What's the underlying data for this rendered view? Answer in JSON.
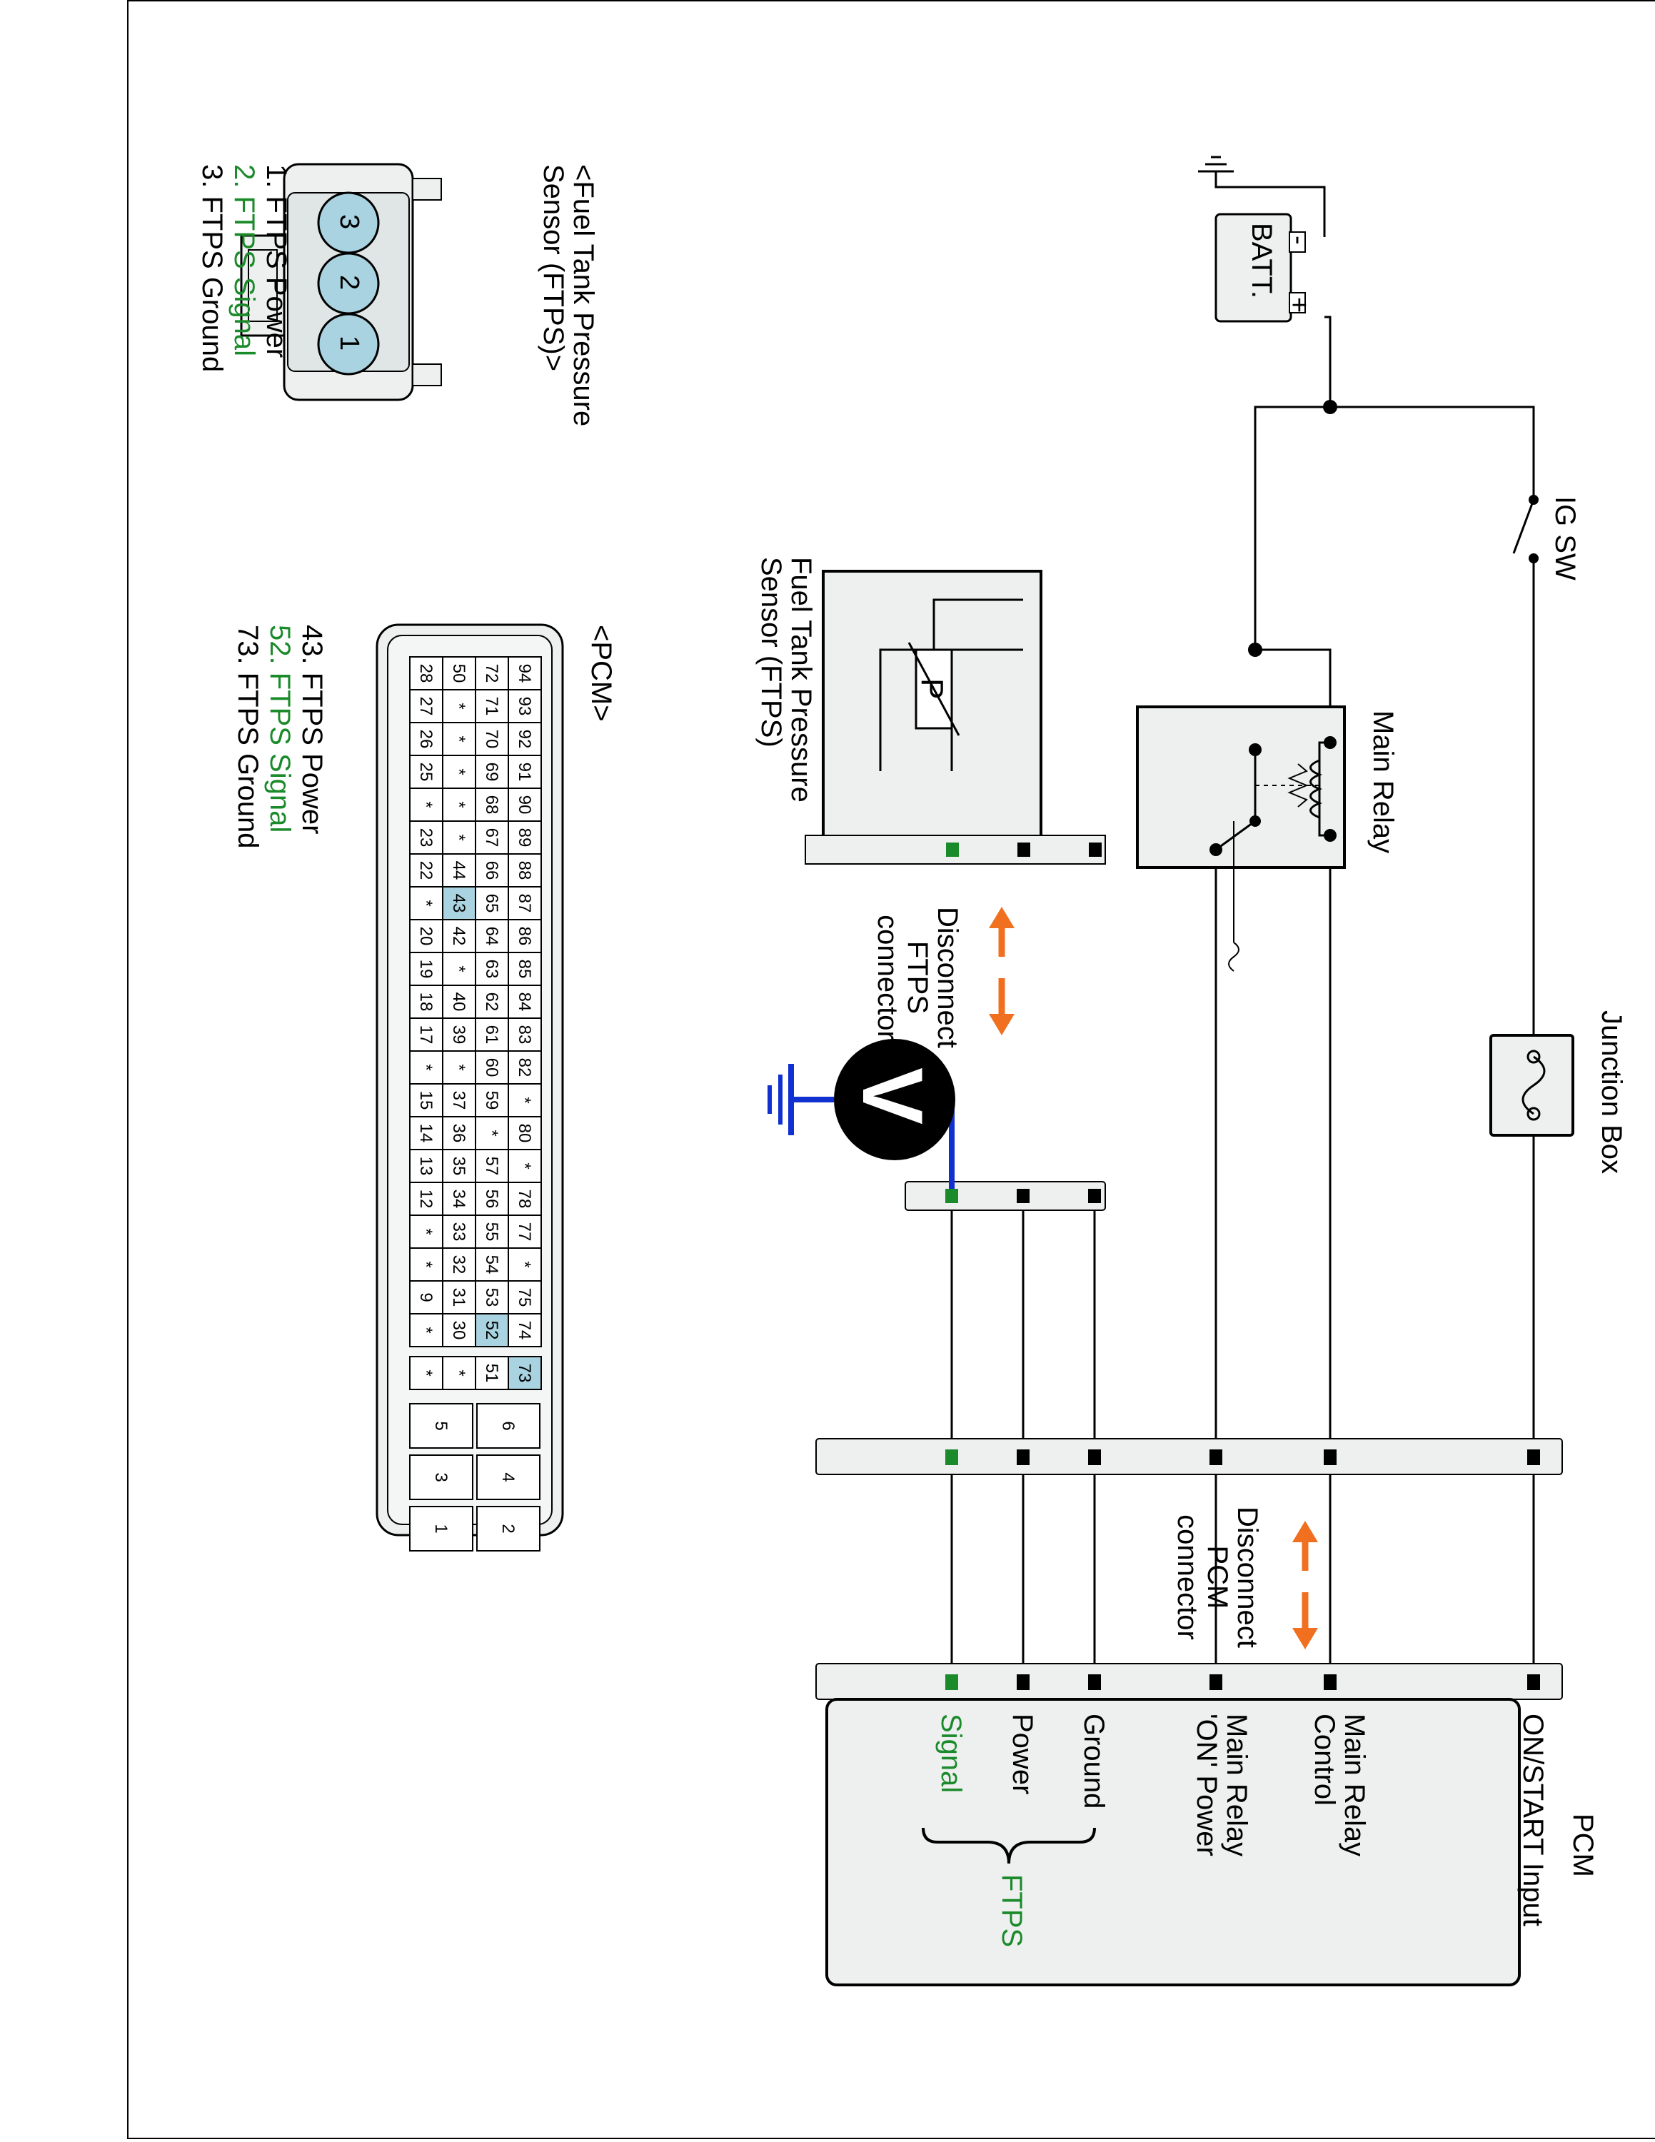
{
  "circuit": {
    "battery": "BATT.",
    "battery_neg": "-",
    "battery_pos": "+",
    "ig_switch": "IG SW",
    "main_relay": "Main Relay",
    "junction_box": "Junction Box",
    "sensor": "Fuel Tank Pressure\nSensor (FTPS)",
    "sensor_symbol": "P",
    "voltmeter": "V",
    "disconnect_ftps": "Disconnect\nFTPS\nconnector",
    "disconnect_pcm": "Disconnect\nPCM\nconnector"
  },
  "pcm_block": {
    "title": "PCM",
    "pins": [
      "ON/START Input",
      "Main Relay\nControl",
      "Main Relay\n'ON' Power",
      "Ground",
      "Power",
      "Signal"
    ],
    "group_label": "FTPS"
  },
  "ftps_connector": {
    "title": "<Fuel Tank Pressure\nSensor (FTPS)>",
    "pin_numbers": [
      "3",
      "2",
      "1"
    ],
    "legend": [
      "1. FTPS Power",
      "2. FTPS Signal",
      "3. FTPS Ground"
    ]
  },
  "pcm_connector": {
    "title": "<PCM>",
    "rows": [
      [
        "94",
        "93",
        "92",
        "91",
        "90",
        "89",
        "88",
        "87",
        "86",
        "85",
        "84",
        "83",
        "82",
        "*",
        "80",
        "*",
        "78",
        "77",
        "*",
        "75",
        "74"
      ],
      [
        "72",
        "71",
        "70",
        "69",
        "68",
        "67",
        "66",
        "65",
        "64",
        "63",
        "62",
        "61",
        "60",
        "59",
        "*",
        "57",
        "56",
        "55",
        "54",
        "53",
        "52"
      ],
      [
        "50",
        "*",
        "*",
        "*",
        "*",
        "*",
        "44",
        "43",
        "42",
        "*",
        "40",
        "39",
        "*",
        "37",
        "36",
        "35",
        "34",
        "33",
        "32",
        "31",
        "30"
      ],
      [
        "28",
        "27",
        "26",
        "25",
        "*",
        "23",
        "22",
        "*",
        "20",
        "19",
        "18",
        "17",
        "*",
        "15",
        "14",
        "13",
        "12",
        "*",
        "*",
        "9",
        "*"
      ]
    ],
    "side_pins": [
      "73",
      "51",
      "*",
      "*"
    ],
    "power_pins": [
      [
        "6",
        "5"
      ],
      [
        "4",
        "3"
      ],
      [
        "2",
        "1"
      ]
    ],
    "highlighted": [
      "43",
      "52",
      "73"
    ],
    "legend": [
      "43. FTPS Power",
      "52. FTPS Signal",
      "73. FTPS Ground"
    ]
  },
  "colors": {
    "signal_green": "#1a8a2a",
    "arrow_orange": "#f07020",
    "probe_blue": "#1030d0",
    "pin_highlight": "#a9d3e0",
    "panel_fill": "#e8ecec"
  }
}
